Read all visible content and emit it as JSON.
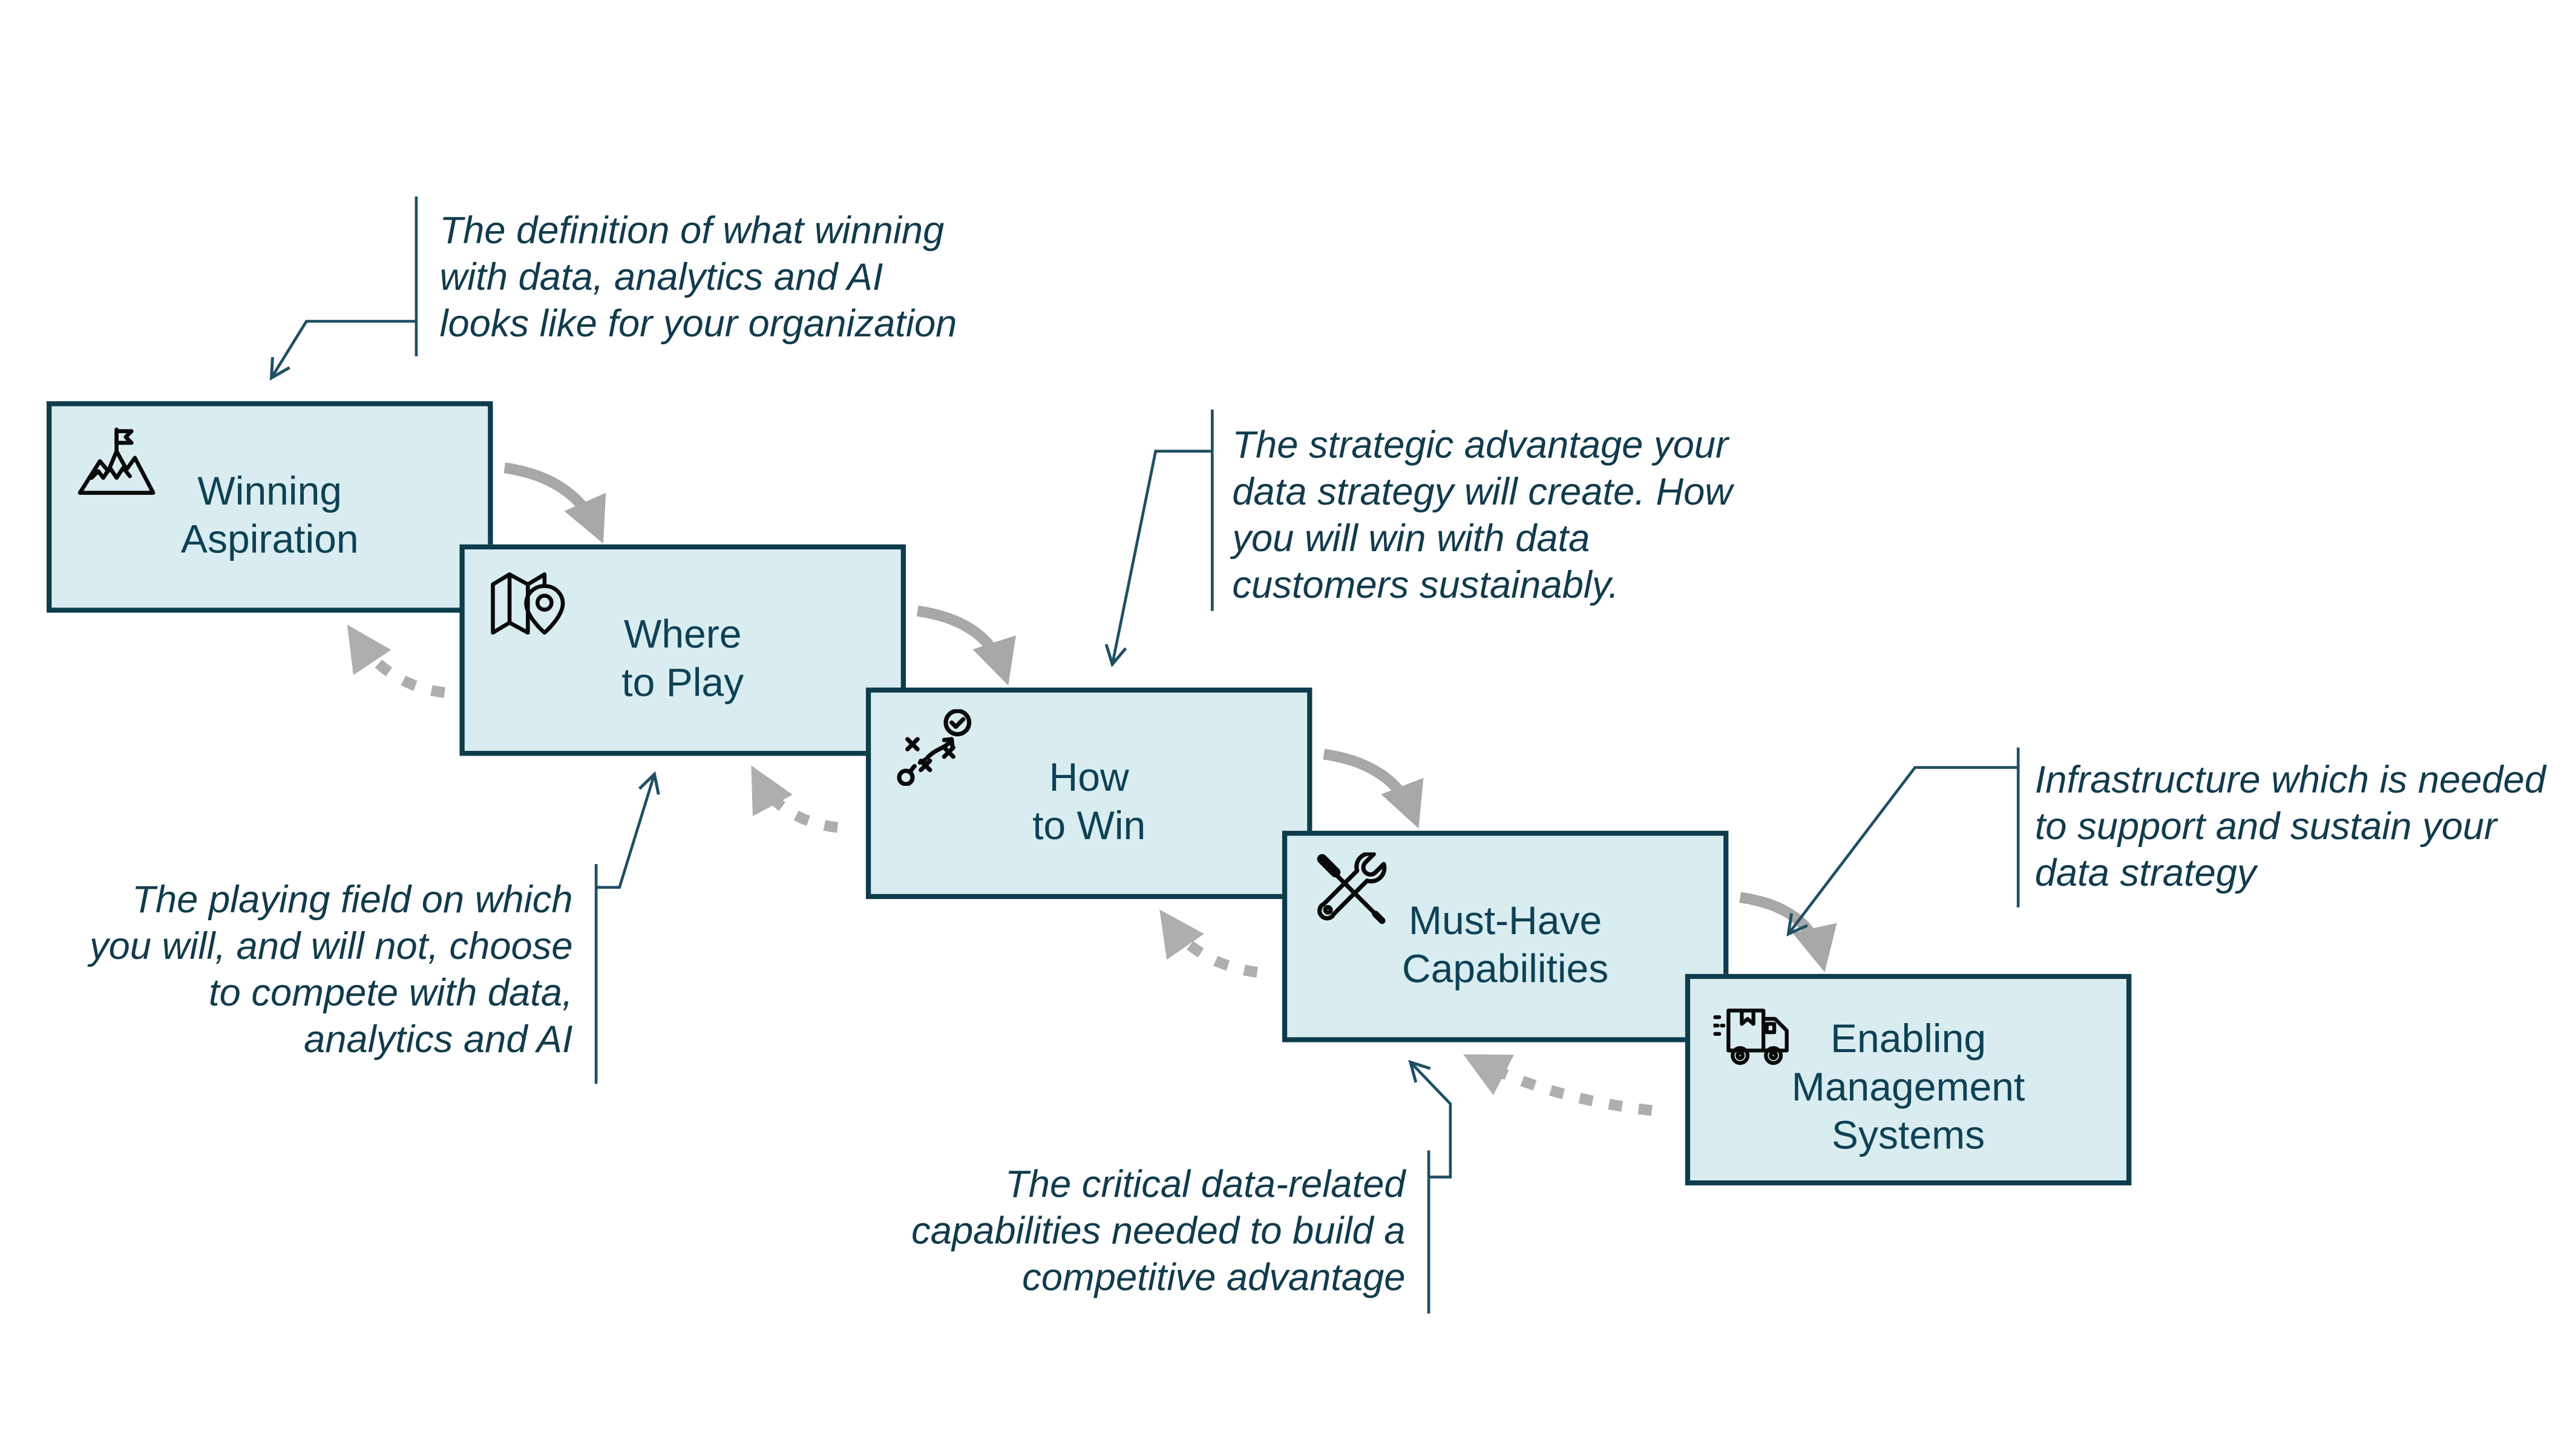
{
  "boxes": [
    {
      "label": "Winning\nAspiration",
      "icon": "mountain-flag-icon"
    },
    {
      "label": "Where\nto Play",
      "icon": "map-location-icon"
    },
    {
      "label": "How\nto Win",
      "icon": "strategy-play-icon"
    },
    {
      "label": "Must-Have\nCapabilities",
      "icon": "tools-icon"
    },
    {
      "label": "Enabling\nManagement\nSystems",
      "icon": "delivery-truck-icon"
    }
  ],
  "annotations": [
    {
      "text": "The definition of what winning\nwith data, analytics and AI\nlooks like for your organization",
      "align": "left"
    },
    {
      "text": "The strategic advantage your\ndata strategy will create. How\nyou will win with data\ncustomers sustainably.",
      "align": "left"
    },
    {
      "text": "The playing field on which\nyou will, and will not, choose\nto compete with data,\nanalytics and AI",
      "align": "right"
    },
    {
      "text": "The critical data-related\ncapabilities needed to build a\ncompetitive advantage",
      "align": "right"
    },
    {
      "text": "Infrastructure which is needed\nto support and sustain your\ndata strategy",
      "align": "left"
    }
  ],
  "colors": {
    "background": "#ffffff",
    "box_fill": "#d9edf1",
    "box_border": "#0d3c4c",
    "box_text": "#0e4155",
    "annotation_text": "#113b4c",
    "leader_line": "#1f4f63",
    "arrow_solid": "#a8a8a8",
    "arrow_dotted": "#aeaeae",
    "icon_stroke": "#0a0a0a"
  }
}
